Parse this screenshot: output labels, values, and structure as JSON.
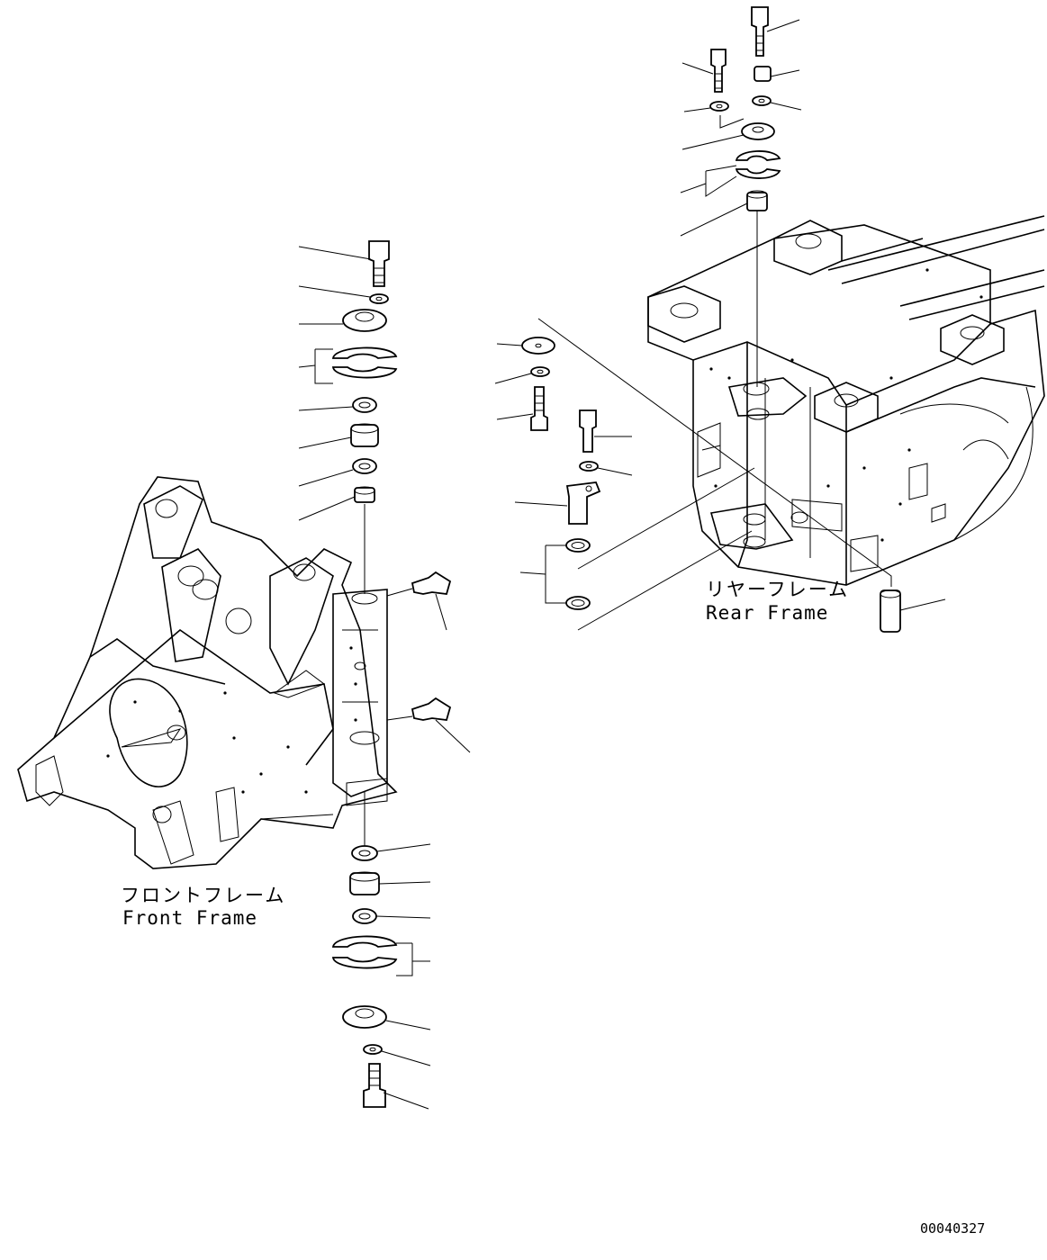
{
  "labels": {
    "front_frame_jp": "フロントフレーム",
    "front_frame_en": "Front Frame",
    "rear_frame_jp": "リヤーフレーム",
    "rear_frame_en": "Rear Frame",
    "drawing_number": "00040327"
  }
}
